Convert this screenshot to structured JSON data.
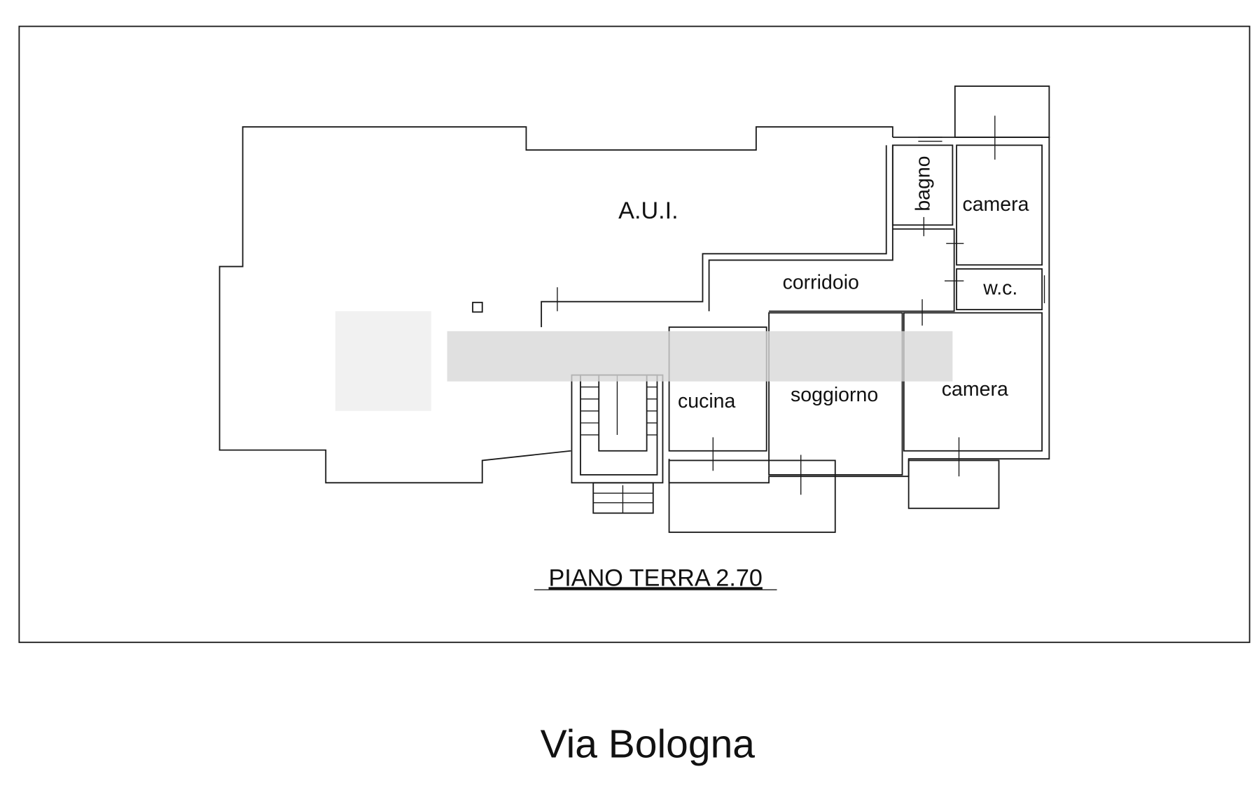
{
  "plan": {
    "aui_label": "A.U.I.",
    "rooms": {
      "bagno": "bagno",
      "camera_top": "camera",
      "corridoio": "corridoio",
      "wc": "w.c.",
      "cucina": "cucina",
      "soggiorno": "soggiorno",
      "camera_bottom": "camera"
    },
    "floor_title": "PIANO TERRA 2.70",
    "street_label": "Via Bologna"
  },
  "colors": {
    "line": "#1a1a1a",
    "background": "#ffffff",
    "redaction": "#d8d8d8"
  }
}
